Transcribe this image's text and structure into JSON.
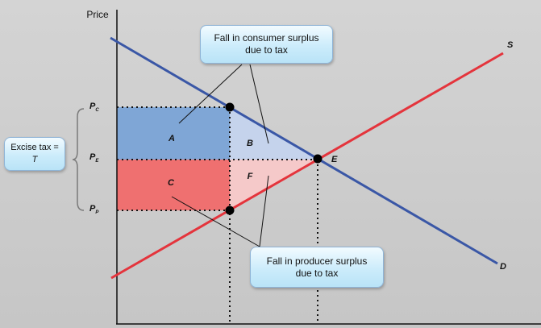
{
  "axis": {
    "y_label": "Price"
  },
  "curves": {
    "supply_label": "S",
    "demand_label": "D",
    "equilibrium_label": "E",
    "supply_color": "#e4343c",
    "demand_color": "#3a57a6"
  },
  "price_labels": {
    "pc": {
      "main": "P",
      "sub": "C"
    },
    "pe": {
      "main": "P",
      "sub": "E"
    },
    "pp": {
      "main": "P",
      "sub": "P"
    }
  },
  "regions": {
    "a": {
      "label": "A",
      "color": "#7fa6d6"
    },
    "b": {
      "label": "B",
      "color": "#c5d3ec"
    },
    "c": {
      "label": "C",
      "color": "#ef7070"
    },
    "f": {
      "label": "F",
      "color": "#f5c9c9"
    }
  },
  "callouts": {
    "consumer": {
      "line1": "Fall in consumer surplus",
      "line2": "due to tax"
    },
    "producer": {
      "line1": "Fall in producer surplus",
      "line2": "due to tax"
    },
    "tax": {
      "line1": "Excise tax =",
      "line2": "T"
    }
  }
}
